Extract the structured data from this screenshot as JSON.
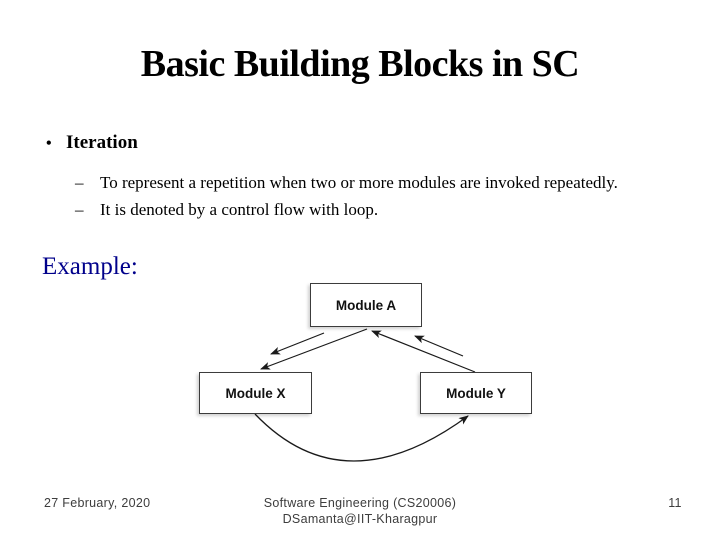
{
  "title": "Basic Building Blocks in SC",
  "bullet": {
    "glyph": "•",
    "label": "Iteration"
  },
  "sub_bullets": [
    {
      "glyph": "–",
      "text": "To represent a repetition when two or more modules are invoked repeatedly."
    },
    {
      "glyph": "–",
      "text": "It is denoted by a control flow with loop."
    }
  ],
  "example_label": "Example:",
  "diagram": {
    "type": "control-flow-iteration-diagram",
    "module_a": "Module A",
    "module_x": "Module X",
    "module_y": "Module Y",
    "edges": [
      {
        "from": "Module A",
        "to": "Module X",
        "style": "straight-arrow"
      },
      {
        "from": "Module A",
        "to": "Module X",
        "style": "short-parallel-arrow"
      },
      {
        "from": "Module Y",
        "to": "Module A",
        "style": "straight-arrow"
      },
      {
        "from": "Module Y",
        "to": "Module A",
        "style": "short-parallel-arrow"
      },
      {
        "from": "Module X",
        "to": "Module Y",
        "style": "curved-loop-arrow"
      }
    ]
  },
  "footer": {
    "date": "27 February, 2020",
    "course_line1": "Software Engineering (CS20006)",
    "course_line2": "DSamanta@IIT-Kharagpur",
    "page": "11"
  },
  "colors": {
    "title_text": "#000000",
    "example_blue": "#00008B",
    "footer_gray": "#3d3d3d",
    "diagram_line": "#1a1a1a"
  }
}
